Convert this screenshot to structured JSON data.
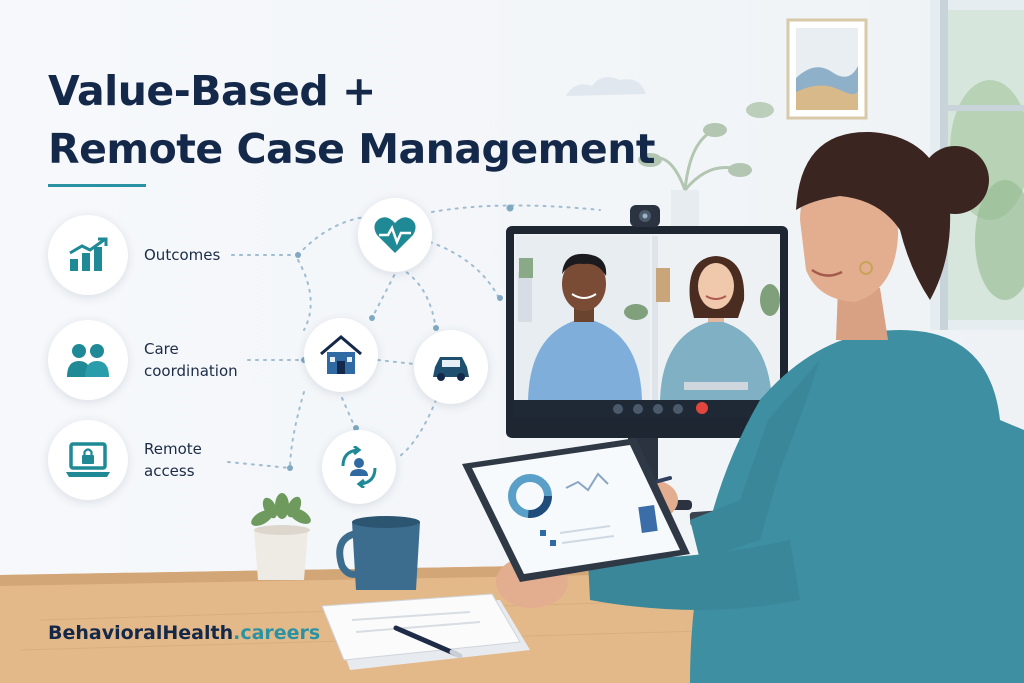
{
  "headline": {
    "line1": "Value-Based +",
    "line2": "Remote Case Management"
  },
  "features": [
    {
      "icon": "chart-up-icon",
      "lines": [
        "Outcomes"
      ]
    },
    {
      "icon": "people-icon",
      "lines": [
        "Care",
        "coordination"
      ]
    },
    {
      "icon": "laptop-lock-icon",
      "lines": [
        "Remote",
        "access"
      ]
    }
  ],
  "network_icons": [
    "heart-pulse-icon",
    "house-icon",
    "car-icon",
    "person-cycle-icon"
  ],
  "brand": {
    "name": "BehavioralHealth",
    "tld": ".careers"
  },
  "colors": {
    "navy": "#14284a",
    "teal": "#2a93a3",
    "icon_teal": "#1f8a96",
    "sweater": "#3e8fa2"
  }
}
